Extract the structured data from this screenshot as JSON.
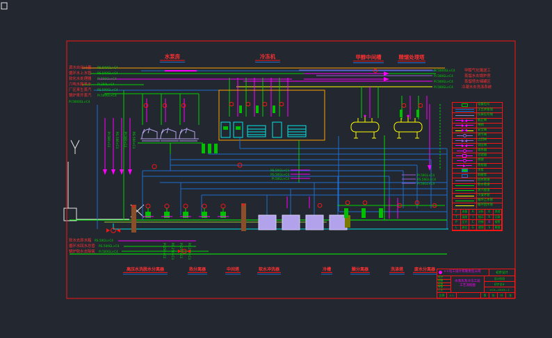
{
  "colors": {
    "background": "#232830",
    "frame_red": "#fa1414",
    "text_green": "#00d400",
    "text_red": "#ff3030",
    "magenta": "#ff00ff",
    "pipe_blue": "#1c6ed0",
    "cyan": "#00e8e8",
    "yellow": "#ffff00",
    "orange": "#ffa000",
    "purple": "#9a5fd6",
    "lavender": "#b2a2ec"
  },
  "titles_top": [
    {
      "label": "水泵房"
    },
    {
      "label": "冷冻机"
    },
    {
      "label": "甲醇中间槽"
    },
    {
      "label": "精馏处理塔"
    }
  ],
  "left_labels": [
    {
      "text": "源水自动计量",
      "code": "RS.500GL×C4"
    },
    {
      "text": "循环水上水管",
      "code": "RS.500GL×C4"
    },
    {
      "text": "软化水处理器",
      "code": "PI.500GL×C4"
    },
    {
      "text": "六吨水箱来水",
      "code": "PI.250L×C4"
    },
    {
      "text": "厂区来生蒸汽",
      "code": "RS.500GL×C4"
    },
    {
      "text": "锅炉来开蒸汽",
      "code": "PI.500GL×C4"
    },
    {
      "text": "",
      "code": "PI.5000GL×C4"
    }
  ],
  "right_labels": [
    {
      "code": "PI.5000GL×C4",
      "text": "甲醇气化输送工"
    },
    {
      "code": "PI.500GL×C4",
      "text": "蒸馏水去锅炉房"
    },
    {
      "code": "PI.500GL×C4",
      "text": "蒸馏塔去储罐区"
    },
    {
      "code": "PI.500GL×C4",
      "text": "冷凝水去洗涤系统"
    }
  ],
  "bottom_left_labels": [
    {
      "text": "软水去原水箱",
      "code": "RS.50GL×C4"
    },
    {
      "text": "循环水回水总管",
      "code": "RS.500GL×C4"
    },
    {
      "text": "锅炉软水去除氧",
      "code": "PI.500GL×C4"
    }
  ],
  "bottom_titles": [
    "高压水洗脱水分离器",
    "热分离器",
    "中间塔",
    "软水冲洗器",
    "冷槽",
    "酸分离器",
    "洗涤塔",
    "废水分离器"
  ],
  "v_codes": [
    "PI.500×C4",
    "RS.500×C4",
    "PI.500×C4",
    "RS.500×C4",
    "PI.250×C4",
    "RS.250×C4",
    "PI.250×C4",
    "RS.250×C4"
  ],
  "mini_codes": [
    "RS.50GL×C4",
    "RS.50GL×C4",
    "PI.50GL×C4",
    "PI.50GL×C4",
    "RS.50GL×C4",
    "PI.50GL×C4"
  ],
  "legend": {
    "rows": [
      {
        "label": "设备位号"
      },
      {
        "label": "工艺水管道"
      },
      {
        "label": "仪表信号线"
      },
      {
        "label": "截止阀"
      },
      {
        "label": "闸阀"
      },
      {
        "label": "安全阀"
      },
      {
        "label": "调节阀"
      },
      {
        "label": "止回阀"
      },
      {
        "label": "减压阀"
      },
      {
        "label": "疏水器"
      },
      {
        "label": "过滤器"
      },
      {
        "label": "视镜"
      },
      {
        "label": "喷射器"
      },
      {
        "label": "水泵"
      },
      {
        "label": "屏蔽泵"
      },
      {
        "label": "回水管道"
      },
      {
        "label": "软水管道"
      },
      {
        "label": "蒸汽管道"
      },
      {
        "label": "冷凝水管"
      },
      {
        "label": "循环上水管"
      },
      {
        "label": "循环回水管"
      }
    ],
    "letters": [
      [
        "F",
        "流量",
        "A",
        "分析",
        "O",
        "其他"
      ],
      [
        "T",
        "温度",
        "I",
        "指示",
        "R",
        "记录"
      ],
      [
        "P",
        "压力",
        "C",
        "控制",
        "B",
        "报警"
      ],
      [
        "L",
        "液位",
        "G",
        "就地",
        "S",
        "联锁"
      ]
    ]
  },
  "title_block": {
    "company": "××化工设计有限责任公司",
    "stage": "初步设计",
    "left_rows": [
      "设计",
      "制图",
      "校核",
      "审核",
      "工艺"
    ],
    "title_line1": "水泵房及冷冻工段",
    "title_line2": "工艺流程图",
    "right_rows": [
      "设计阶段",
      "初步设计"
    ],
    "drawing_no": "×CX—XXXX—1",
    "foot": [
      "比例",
      "1:1",
      "第",
      "张",
      "共",
      "张"
    ]
  }
}
